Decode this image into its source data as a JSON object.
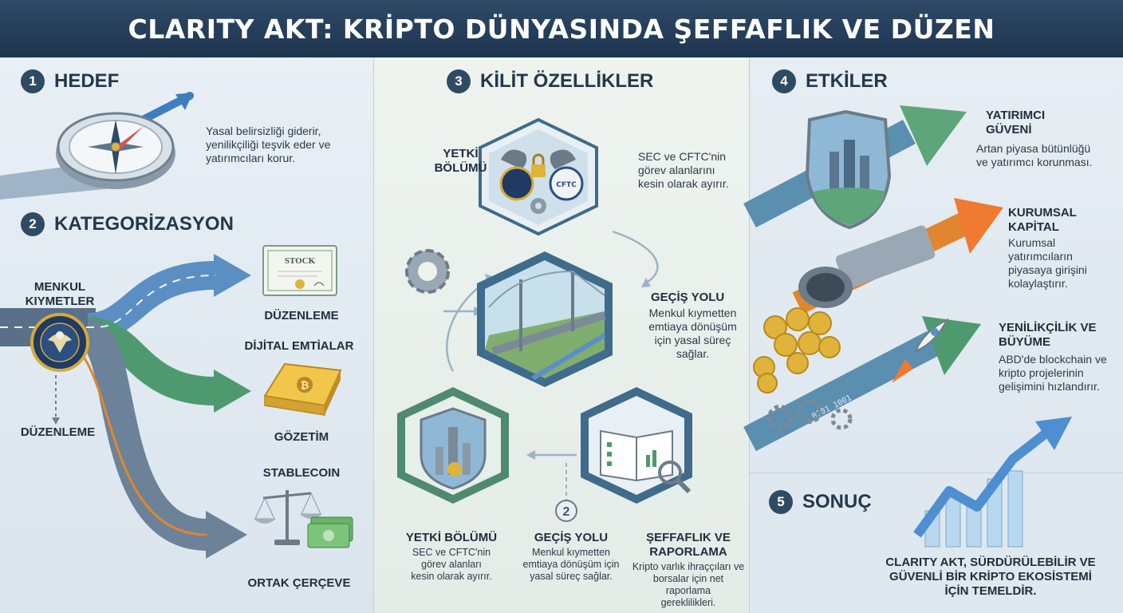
{
  "title": "CLARITY AKT: KRİPTO DÜNYASINDA ŞEFFAFLIK VE DÜZEN",
  "sections": {
    "hedef": {
      "number": "1",
      "title": "HEDEF",
      "text_lines": [
        "Yasal belirsizliği giderir,",
        "yenilikçiliği teşvik eder ve",
        "yatırımcıları korur."
      ]
    },
    "kategorizasyon": {
      "number": "2",
      "title": "KATEGORİZASYON",
      "source_label_lines": [
        "MENKUL",
        "KIYMETLER"
      ],
      "branch_label": "DÜZENLEME",
      "certificate_text": "STOCK",
      "items": [
        {
          "top": "",
          "bottom": "DÜZENLEME"
        },
        {
          "top": "DİJİTAL EMTİALAR",
          "bottom": "GÖZETİM"
        },
        {
          "top": "STABLECOIN",
          "bottom": "ORTAK ÇERÇEVE"
        }
      ]
    },
    "kilit": {
      "number": "3",
      "title": "KİLİT ÖZELLİKLER",
      "yetki_label_lines": [
        "YETKİ",
        "BÖLÜMÜ"
      ],
      "yetki_text_lines": [
        "SEC ve CFTC'nin",
        "görev alanlarını",
        "kesin olarak ayırır."
      ],
      "cftc_seal": "CFTC",
      "gecis_title": "GEÇİŞ YOLU",
      "gecis_text_lines": [
        "Menkul kıymetten",
        "emtiaya dönüşüm",
        "için yasal süreç",
        "sağlar."
      ],
      "bottom_badge": "2",
      "bottom": [
        {
          "title": "YETKİ BÖLÜMÜ",
          "lines": [
            "SEC ve CFTC'nin",
            "görev alanları",
            "kesin olarak ayırır."
          ]
        },
        {
          "title": "GEÇİŞ YOLU",
          "lines": [
            "Menkul kıymetten",
            "emtiaya dönüşüm için",
            "yasal süreç sağlar."
          ]
        },
        {
          "title_lines": [
            "ŞEFFAFLIK VE",
            "RAPORLAMA"
          ],
          "lines": [
            "Kripto varlık ihraççıları ve",
            "borsalar için net raporlama",
            "gereklilikleri."
          ]
        }
      ]
    },
    "etkiler": {
      "number": "4",
      "title": "ETKİLER",
      "binary_text": "0101 1001",
      "items": [
        {
          "title_lines": [
            "YATIRIMCI",
            "GÜVENİ"
          ],
          "lines": [
            "Artan piyasa bütünlüğü",
            "ve yatırımcı korunması."
          ]
        },
        {
          "title_lines": [
            "KURUMSAL",
            "KAPİTAL"
          ],
          "lines": [
            "Kurumsal",
            "yatırımcıların",
            "piyasaya girişini",
            "kolaylaştırır."
          ]
        },
        {
          "title_lines": [
            "YENİLİKÇİLİK VE",
            "BÜYÜME"
          ],
          "lines": [
            "ABD'de blockchain ve",
            "kripto projelerinin",
            "gelişimini hızlandırır."
          ]
        }
      ]
    },
    "sonuc": {
      "number": "5",
      "title": "SONUÇ",
      "lines": [
        "CLARITY AKT, SÜRDÜRÜLEBİLİR VE",
        "GÜVENLİ BİR KRİPTO EKOSİSTEMİ",
        "İÇİN TEMELDİR."
      ]
    }
  },
  "colors": {
    "header": "#24405c",
    "badge": "#2f4b63",
    "arrow_blue": "#5b8fc4",
    "arrow_green": "#4e9a6f",
    "arrow_orange": "#e0862e",
    "gold": "#e0b43a"
  }
}
